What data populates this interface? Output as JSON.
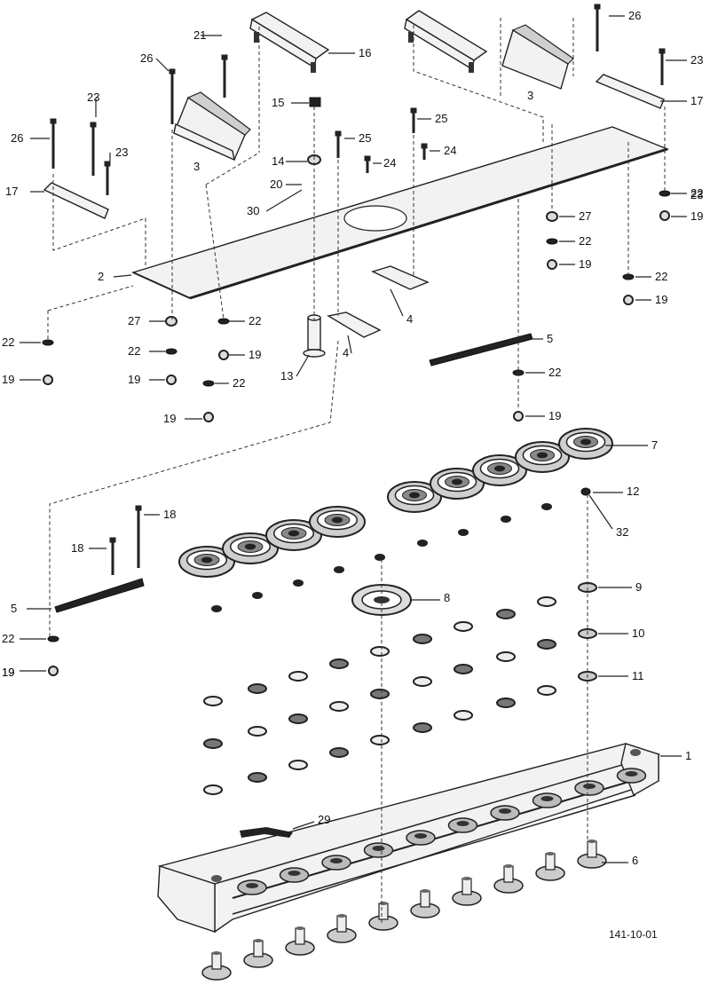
{
  "diagram": {
    "drawing_number": "141-10-01",
    "callouts": [
      {
        "id": "c26a",
        "label": "26"
      },
      {
        "id": "c23a",
        "label": "23"
      },
      {
        "id": "c21a",
        "label": "21"
      },
      {
        "id": "c16a",
        "label": "16"
      },
      {
        "id": "c26b",
        "label": "26"
      },
      {
        "id": "c23b",
        "label": "23"
      },
      {
        "id": "c17a",
        "label": "17"
      },
      {
        "id": "c3a",
        "label": "3"
      },
      {
        "id": "c15",
        "label": "15"
      },
      {
        "id": "c25a",
        "label": "25"
      },
      {
        "id": "c25b",
        "label": "25"
      },
      {
        "id": "c26c",
        "label": "26"
      },
      {
        "id": "c23c",
        "label": "23"
      },
      {
        "id": "c23d",
        "label": "23"
      },
      {
        "id": "c17b",
        "label": "17"
      },
      {
        "id": "c3b",
        "label": "3"
      },
      {
        "id": "c14",
        "label": "14"
      },
      {
        "id": "c24a",
        "label": "24"
      },
      {
        "id": "c24b",
        "label": "24"
      },
      {
        "id": "c20",
        "label": "20"
      },
      {
        "id": "c30",
        "label": "30"
      },
      {
        "id": "c22a",
        "label": "22"
      },
      {
        "id": "c19a",
        "label": "19"
      },
      {
        "id": "c27a",
        "label": "27"
      },
      {
        "id": "c22b",
        "label": "22"
      },
      {
        "id": "c19b",
        "label": "19"
      },
      {
        "id": "c2",
        "label": "2"
      },
      {
        "id": "c22c",
        "label": "22"
      },
      {
        "id": "c19c",
        "label": "19"
      },
      {
        "id": "c4a",
        "label": "4"
      },
      {
        "id": "c27b",
        "label": "27"
      },
      {
        "id": "c22d",
        "label": "22"
      },
      {
        "id": "c22e",
        "label": "22"
      },
      {
        "id": "c19d",
        "label": "19"
      },
      {
        "id": "c19e",
        "label": "19"
      },
      {
        "id": "c22f",
        "label": "22"
      },
      {
        "id": "c19f",
        "label": "19"
      },
      {
        "id": "c13",
        "label": "13"
      },
      {
        "id": "c4b",
        "label": "4"
      },
      {
        "id": "c5a",
        "label": "5"
      },
      {
        "id": "c22g",
        "label": "22"
      },
      {
        "id": "c19g",
        "label": "19"
      },
      {
        "id": "c22h",
        "label": "22"
      },
      {
        "id": "c19h",
        "label": "19"
      },
      {
        "id": "c19i",
        "label": "19"
      },
      {
        "id": "c7",
        "label": "7"
      },
      {
        "id": "c12",
        "label": "12"
      },
      {
        "id": "c32",
        "label": "32"
      },
      {
        "id": "c18a",
        "label": "18"
      },
      {
        "id": "c18b",
        "label": "18"
      },
      {
        "id": "c8",
        "label": "8"
      },
      {
        "id": "c9",
        "label": "9"
      },
      {
        "id": "c5b",
        "label": "5"
      },
      {
        "id": "c10",
        "label": "10"
      },
      {
        "id": "c22i",
        "label": "22"
      },
      {
        "id": "c19j",
        "label": "19"
      },
      {
        "id": "c11",
        "label": "11"
      },
      {
        "id": "c1",
        "label": "1"
      },
      {
        "id": "c29",
        "label": "29"
      },
      {
        "id": "c6",
        "label": "6"
      }
    ]
  }
}
